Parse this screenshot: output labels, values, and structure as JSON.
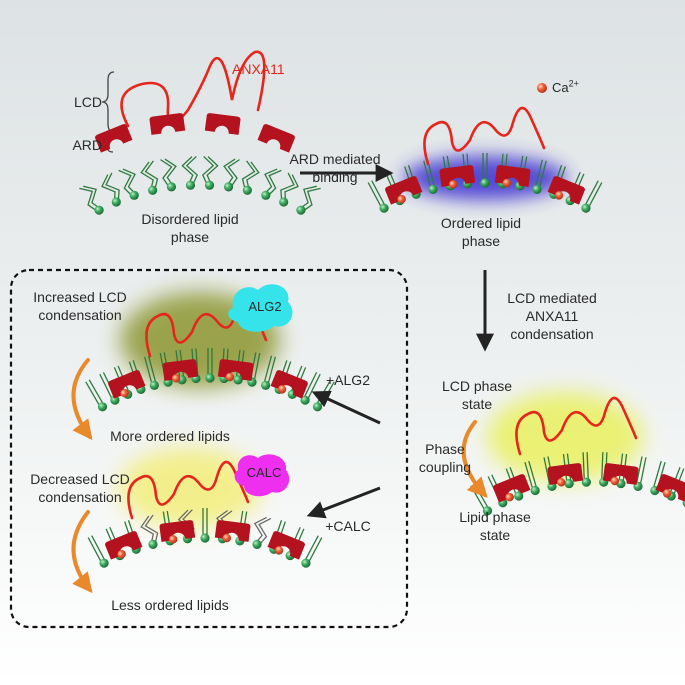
{
  "protein": "ANXA11",
  "domains": {
    "lcd": "LCD",
    "ard": "ARD"
  },
  "ion": {
    "symbol": "Ca",
    "charge": "2+"
  },
  "states": {
    "disordered": [
      "Disordered  lipid",
      "phase"
    ],
    "ordered": [
      "Ordered lipid",
      "phase"
    ]
  },
  "steps": {
    "ard_binding": [
      "ARD mediated",
      "binding"
    ],
    "lcd_condensation": [
      "LCD mediated",
      "ANXA11",
      "condensation"
    ]
  },
  "coupling": {
    "top": [
      "LCD phase",
      "state"
    ],
    "middle": [
      "Phase",
      "coupling"
    ],
    "bottom": [
      "Lipid phase",
      "state"
    ]
  },
  "modulators": {
    "alg2": {
      "name": "ALG2",
      "label": "+ALG2",
      "condensation": [
        "Increased LCD",
        "condensation"
      ],
      "outcome": "More ordered lipids"
    },
    "calc": {
      "name": "CALC",
      "label": "+CALC",
      "condensation": [
        "Decreased LCD",
        "condensation"
      ],
      "outcome": "Less ordered lipids"
    }
  },
  "colors": {
    "lcd": "#e5261c",
    "ard": "#b4121e",
    "lipid_head": "#2f9a53",
    "lipid_tail": "#2f7a3f",
    "calcium": "#e8572f",
    "alg2": "#35e3ea",
    "calc": "#ee2ff0",
    "arrow": "#232323",
    "curved_arrow": "#e88a2b",
    "ordered_glow": "#3a2fd0",
    "alg2_glow": "#7f8a12",
    "calc_glow": "#f3ec60"
  }
}
